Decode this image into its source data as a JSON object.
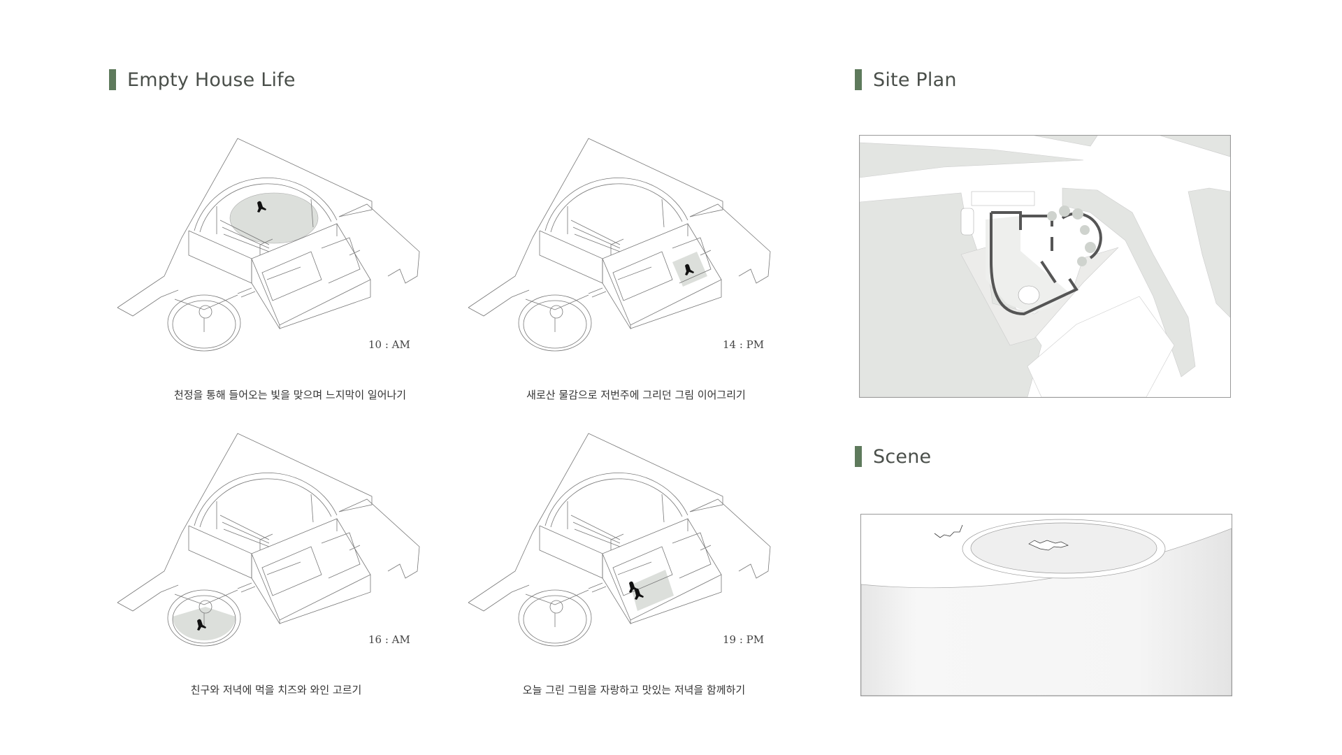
{
  "sections": {
    "life": {
      "title": "Empty House Life"
    },
    "site": {
      "title": "Site Plan"
    },
    "scene": {
      "title": "Scene"
    }
  },
  "panels": [
    {
      "time": "10 : AM",
      "caption": "천정을 통해 들어오는 빛을 맞으며 느지막이 일어나기",
      "highlight": "dome"
    },
    {
      "time": "14 : PM",
      "caption": "새로산 물감으로 저번주에 그리던 그림 이어그리기",
      "highlight": "studio"
    },
    {
      "time": "16 : AM",
      "caption": "친구와 저녁에 먹을 치즈와  와인 고르기",
      "highlight": "round-garden"
    },
    {
      "time": "19 : PM",
      "caption": "오늘 그린 그림을 자랑하고 맛있는 저녁을 함께하기",
      "highlight": "dining"
    }
  ],
  "colors": {
    "accent": "#5e7a5c",
    "highlight": "#dcdfdb",
    "site_ground": "#e3e5e2",
    "wall": "#555555"
  }
}
